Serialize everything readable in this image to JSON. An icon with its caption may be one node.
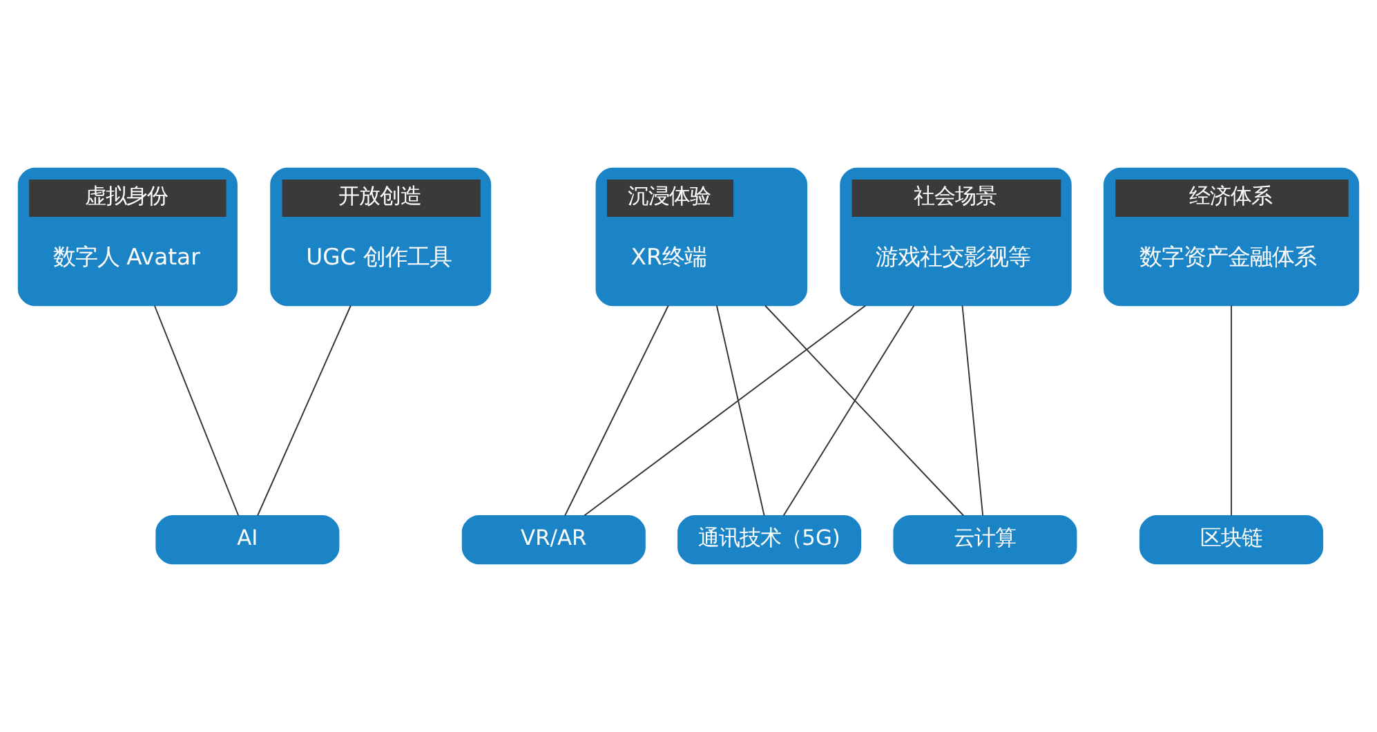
{
  "diagram": {
    "nodes": [
      {
        "text": [
          "虚拟身份",
          "数字人 Avatar"
        ]
      },
      {
        "text": [
          "沉浸体验",
          "XR终端"
        ]
      },
      {
        "text": [
          "开放创造",
          "UGC 创作工具"
        ]
      },
      {
        "text": [
          "经济体系",
          "数字资产金融体系"
        ]
      },
      {
        "text": [
          "社会场景",
          "游戏社交影视等"
        ]
      },
      {
        "text": [
          "VR/AR"
        ]
      },
      {
        "text": [
          "通讯技术（5G)"
        ]
      },
      {
        "text": [
          "云计算"
        ]
      },
      {
        "text": [
          "AI"
        ]
      },
      {
        "text": [
          "区块链"
        ]
      }
    ],
    "edges": [
      {
        "from": 0,
        "to": 8,
        "arrow": "none"
      },
      {
        "from": 1,
        "to": 5,
        "arrow": "none"
      },
      {
        "from": 1,
        "to": 6,
        "arrow": "none"
      },
      {
        "from": 1,
        "to": 7,
        "arrow": "none"
      },
      {
        "from": 2,
        "to": 8,
        "arrow": "none"
      },
      {
        "from": 3,
        "to": 9,
        "arrow": "none"
      },
      {
        "from": 4,
        "to": 5,
        "arrow": "none"
      },
      {
        "from": 4,
        "to": 6,
        "arrow": "none"
      },
      {
        "from": 4,
        "to": 7,
        "arrow": "none"
      }
    ]
  }
}
